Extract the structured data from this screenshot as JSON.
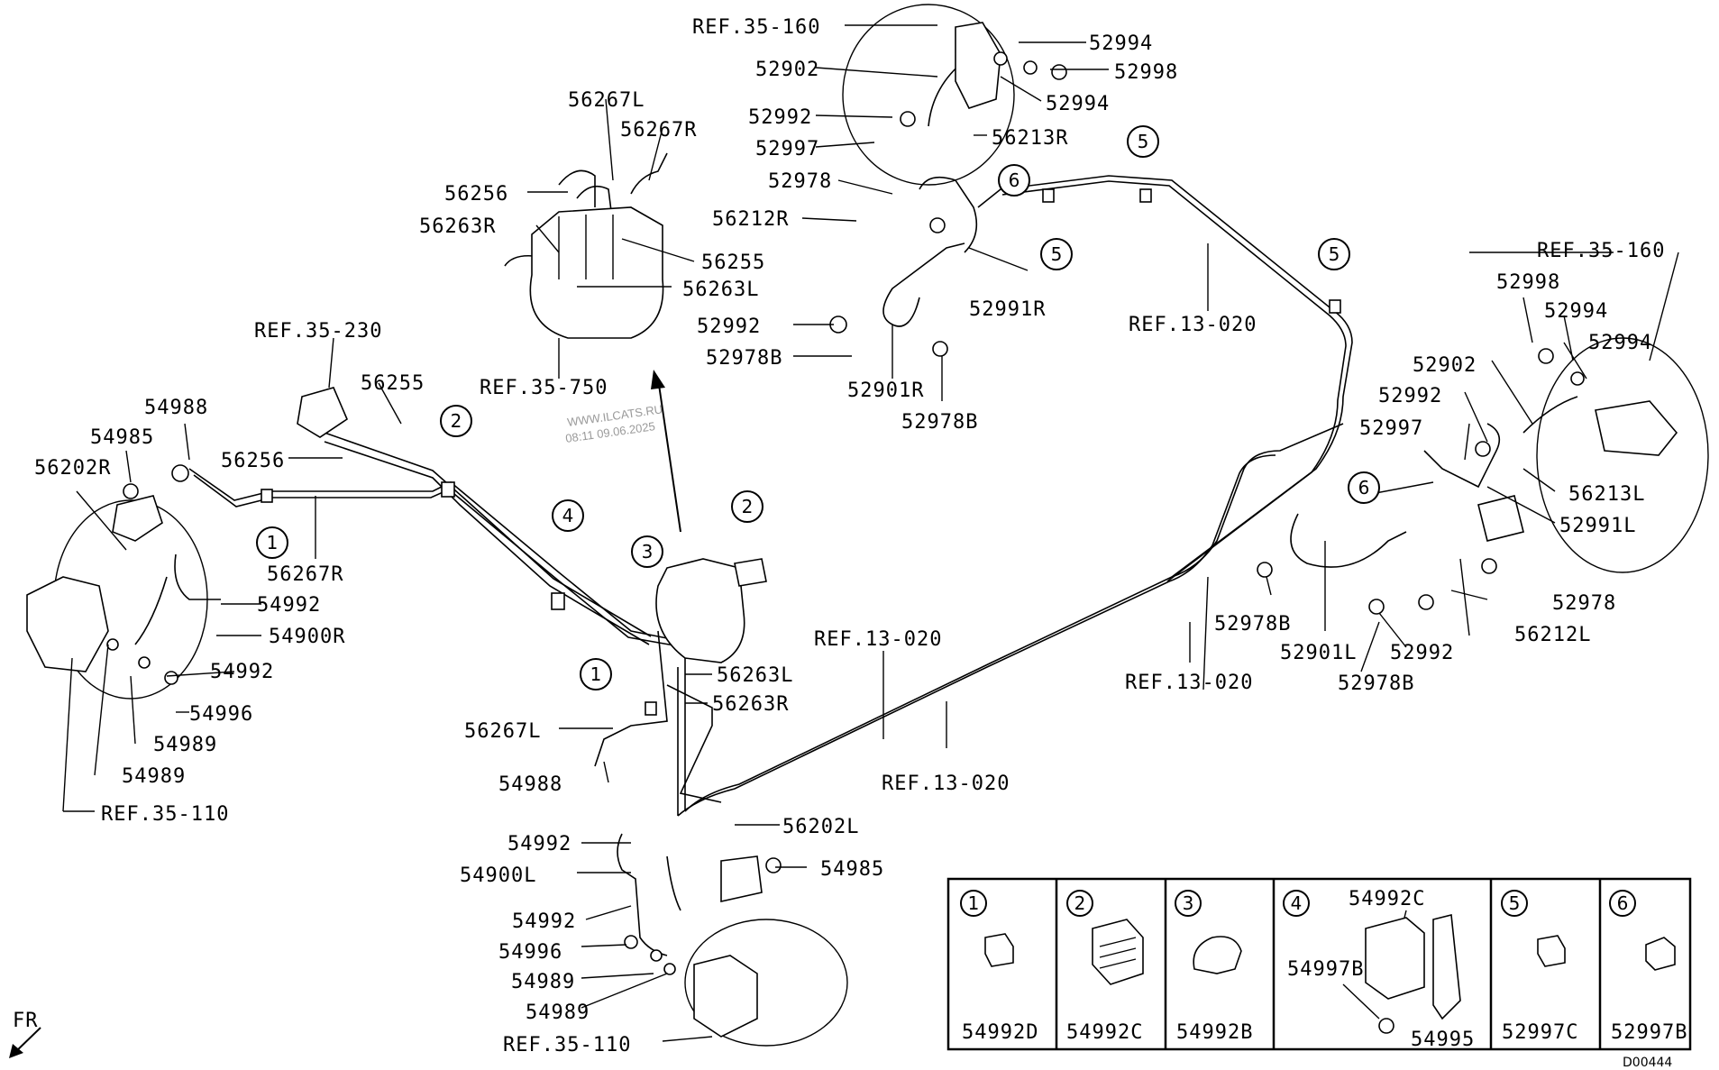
{
  "diagram_code": "D00444",
  "fr_marker": "FR",
  "watermark": {
    "site": "WWW.ILCATS.RU",
    "time": "08:11 09.06.2025"
  },
  "labels": {
    "ref_35_160_top": "REF.35-160",
    "p52994_a": "52994",
    "p52998_a": "52998",
    "p52902_a": "52902",
    "p52994_b": "52994",
    "p52992_a": "52992",
    "p56213R": "56213R",
    "p52997_a": "52997",
    "p52978_a": "52978",
    "p56212R": "56212R",
    "p52991R": "52991R",
    "p52992_b": "52992",
    "p52978B_a": "52978B",
    "p52901R": "52901R",
    "p52978B_b": "52978B",
    "ref_13_020_a": "REF.13-020",
    "p56267L_top": "56267L",
    "p56267R_top": "56267R",
    "p56256_top": "56256",
    "p56263R_top": "56263R",
    "p56255_top": "56255",
    "p56263L_top": "56263L",
    "ref_35_750": "REF.35-750",
    "ref_35_230": "REF.35-230",
    "p56255_mid": "56255",
    "p54988_a": "54988",
    "p54985_a": "54985",
    "p56256_mid": "56256",
    "p56202R": "56202R",
    "p56267R_mid": "56267R",
    "p54992_a": "54992",
    "p54900R": "54900R",
    "p54992_b": "54992",
    "p54996_a": "54996",
    "p54989_a": "54989",
    "p54989_b": "54989",
    "ref_35_110_left": "REF.35-110",
    "p56263L_mid": "56263L",
    "p56263R_mid": "56263R",
    "p56267L_mid": "56267L",
    "p54988_b": "54988",
    "ref_13_020_b": "REF.13-020",
    "ref_13_020_c": "REF.13-020",
    "ref_13_020_d": "REF.13-020",
    "p54992_c": "54992",
    "p56202L": "56202L",
    "p54900L": "54900L",
    "p54985_b": "54985",
    "p54992_d": "54992",
    "p54996_b": "54996",
    "p54989_c": "54989",
    "p54989_d": "54989",
    "ref_35_110_bottom": "REF.35-110",
    "ref_35_160_right": "REF.35-160",
    "p52998_b": "52998",
    "p52994_c": "52994",
    "p52994_d": "52994",
    "p52902_b": "52902",
    "p52992_c": "52992",
    "p52997_b": "52997",
    "p56213L": "56213L",
    "p52991L": "52991L",
    "p52978_b": "52978",
    "p56212L": "56212L",
    "p52978B_c": "52978B",
    "p52901L": "52901L",
    "p52992_d": "52992",
    "p52978B_d": "52978B"
  },
  "callouts": {
    "c1a": "1",
    "c1b": "1",
    "c2a": "2",
    "c2b": "2",
    "c3": "3",
    "c4": "4",
    "c5a": "5",
    "c5b": "5",
    "c5c": "5",
    "c6a": "6",
    "c6b": "6"
  },
  "legend": [
    {
      "num": "1",
      "part": "54992D"
    },
    {
      "num": "2",
      "part": "54992C"
    },
    {
      "num": "3",
      "part": "54992B"
    },
    {
      "num": "4",
      "part": "54995",
      "extra_parts": [
        "54992C",
        "54997B"
      ]
    },
    {
      "num": "5",
      "part": "52997C"
    },
    {
      "num": "6",
      "part": "52997B"
    }
  ]
}
